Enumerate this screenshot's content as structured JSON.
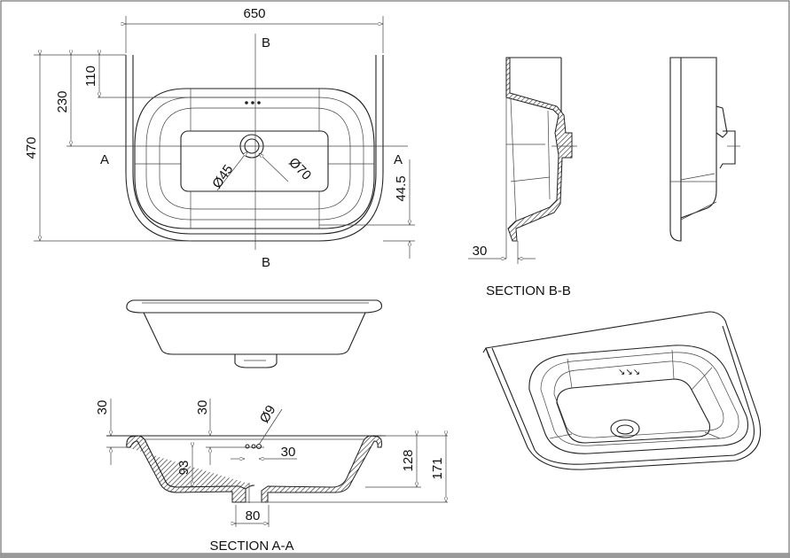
{
  "drawing": {
    "plan_view": {
      "width_dim": "650",
      "depth_dim": "470",
      "overflow_dim": "230",
      "tap_dim": "110",
      "rim_dim": "44.5",
      "waste_inner_dia": "Ø45",
      "waste_outer_dia": "Ø70",
      "section_a_left": "A",
      "section_a_right": "A",
      "section_b_top": "B",
      "section_b_bottom": "B"
    },
    "section_bb": {
      "title": "SECTION B-B",
      "rim_dim": "30"
    },
    "section_aa": {
      "title": "SECTION A-A",
      "rim_left_dim": "30",
      "rim_mid_dim": "30",
      "hole_dia": "Ø9",
      "hole_spacing_dim": "30",
      "inner_depth_dim": "93",
      "bowl_depth_dim": "128",
      "total_height_dim": "171",
      "waste_dim": "80"
    }
  },
  "colors": {
    "line": "#222222",
    "frame": "#555555",
    "background": "#ffffff"
  }
}
